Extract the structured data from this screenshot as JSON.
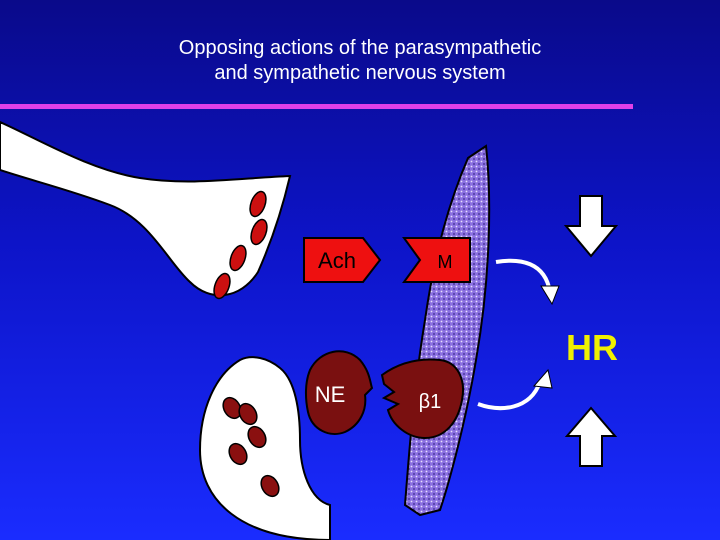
{
  "title": {
    "line1": "Opposing actions of the parasympathetic",
    "line2": "and sympathetic nervous system"
  },
  "labels": {
    "ach": "Ach",
    "m_receptor": "M",
    "ne": "NE",
    "beta1": "β1",
    "hr": "HR"
  },
  "arrows": {
    "top": "down-arrow-icon",
    "bottom": "up-arrow-icon"
  },
  "colors": {
    "background_top": "#0a0a8a",
    "background_bottom": "#1a2cff",
    "rule": "#e040e8",
    "vesicle": "#cc1010",
    "ne_shape": "#7a1010",
    "cell": "#8a70e0",
    "hr_text": "#f0f000"
  }
}
